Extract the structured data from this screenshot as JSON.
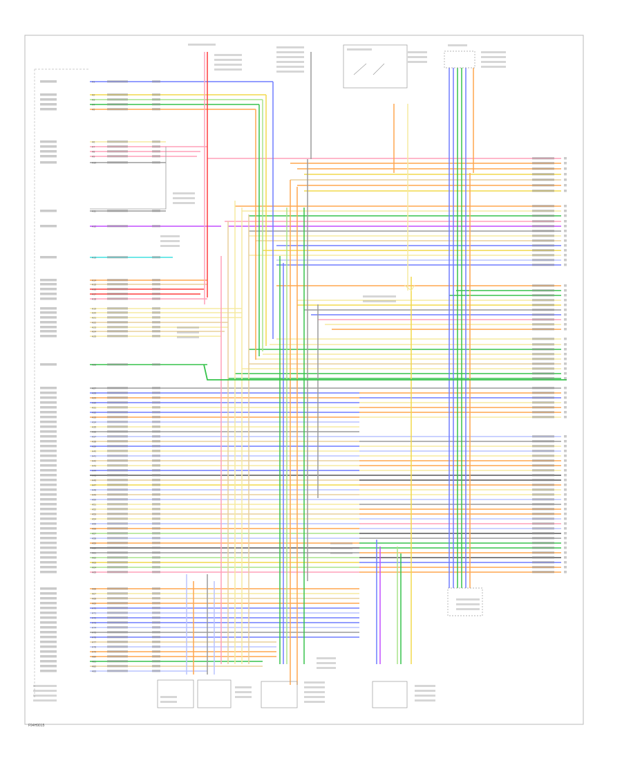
{
  "diagram": {
    "footer_code": "F94H9015",
    "pin_labels": [
      "A1",
      "A2",
      "A3",
      "A4",
      "A5",
      "A6",
      "A7",
      "A8",
      "A9",
      "A10",
      "A11",
      "A12",
      "A13",
      "A14",
      "A15",
      "A16",
      "A17",
      "A18",
      "A19",
      "A20",
      "A21",
      "A22",
      "A23",
      "A24",
      "A25",
      "A26",
      "A27",
      "A28",
      "A29",
      "A30",
      "A31",
      "A32",
      "A33",
      "A34",
      "A35",
      "A36",
      "A37",
      "A38",
      "A39",
      "A40",
      "A41",
      "A42",
      "A43",
      "A44",
      "A45",
      "A46",
      "A47",
      "A48",
      "A49",
      "A50",
      "A51",
      "A52",
      "A53",
      "A54",
      "A55",
      "A56",
      "A57",
      "A58",
      "A59",
      "A60",
      "A61",
      "A62",
      "A63",
      "A64",
      "A65",
      "A66",
      "A67",
      "A68",
      "A69",
      "A70",
      "A71",
      "A72",
      "A73",
      "A74",
      "A75",
      "A76",
      "A77",
      "A78",
      "A79",
      "A80",
      "A81",
      "A82",
      "A83",
      "A84",
      "A85",
      "A86",
      "A87",
      "A88",
      "A89",
      "A90"
    ],
    "colors": {
      "red": "#ff3b3b",
      "pink": "#ff9fb8",
      "orange": "#ffa64d",
      "yellow": "#f2d84a",
      "lightyellow": "#f6eaa0",
      "tan": "#e8cf9c",
      "green": "#35c24a",
      "lightgreen": "#a8e38a",
      "blue": "#6f7bff",
      "lightblue": "#b9c4ff",
      "cyan": "#3fe0e0",
      "violet": "#c24dff",
      "gray": "#9a9a9a",
      "darkgray": "#555555",
      "brown": "#b98a4a",
      "black": "#222222"
    }
  }
}
